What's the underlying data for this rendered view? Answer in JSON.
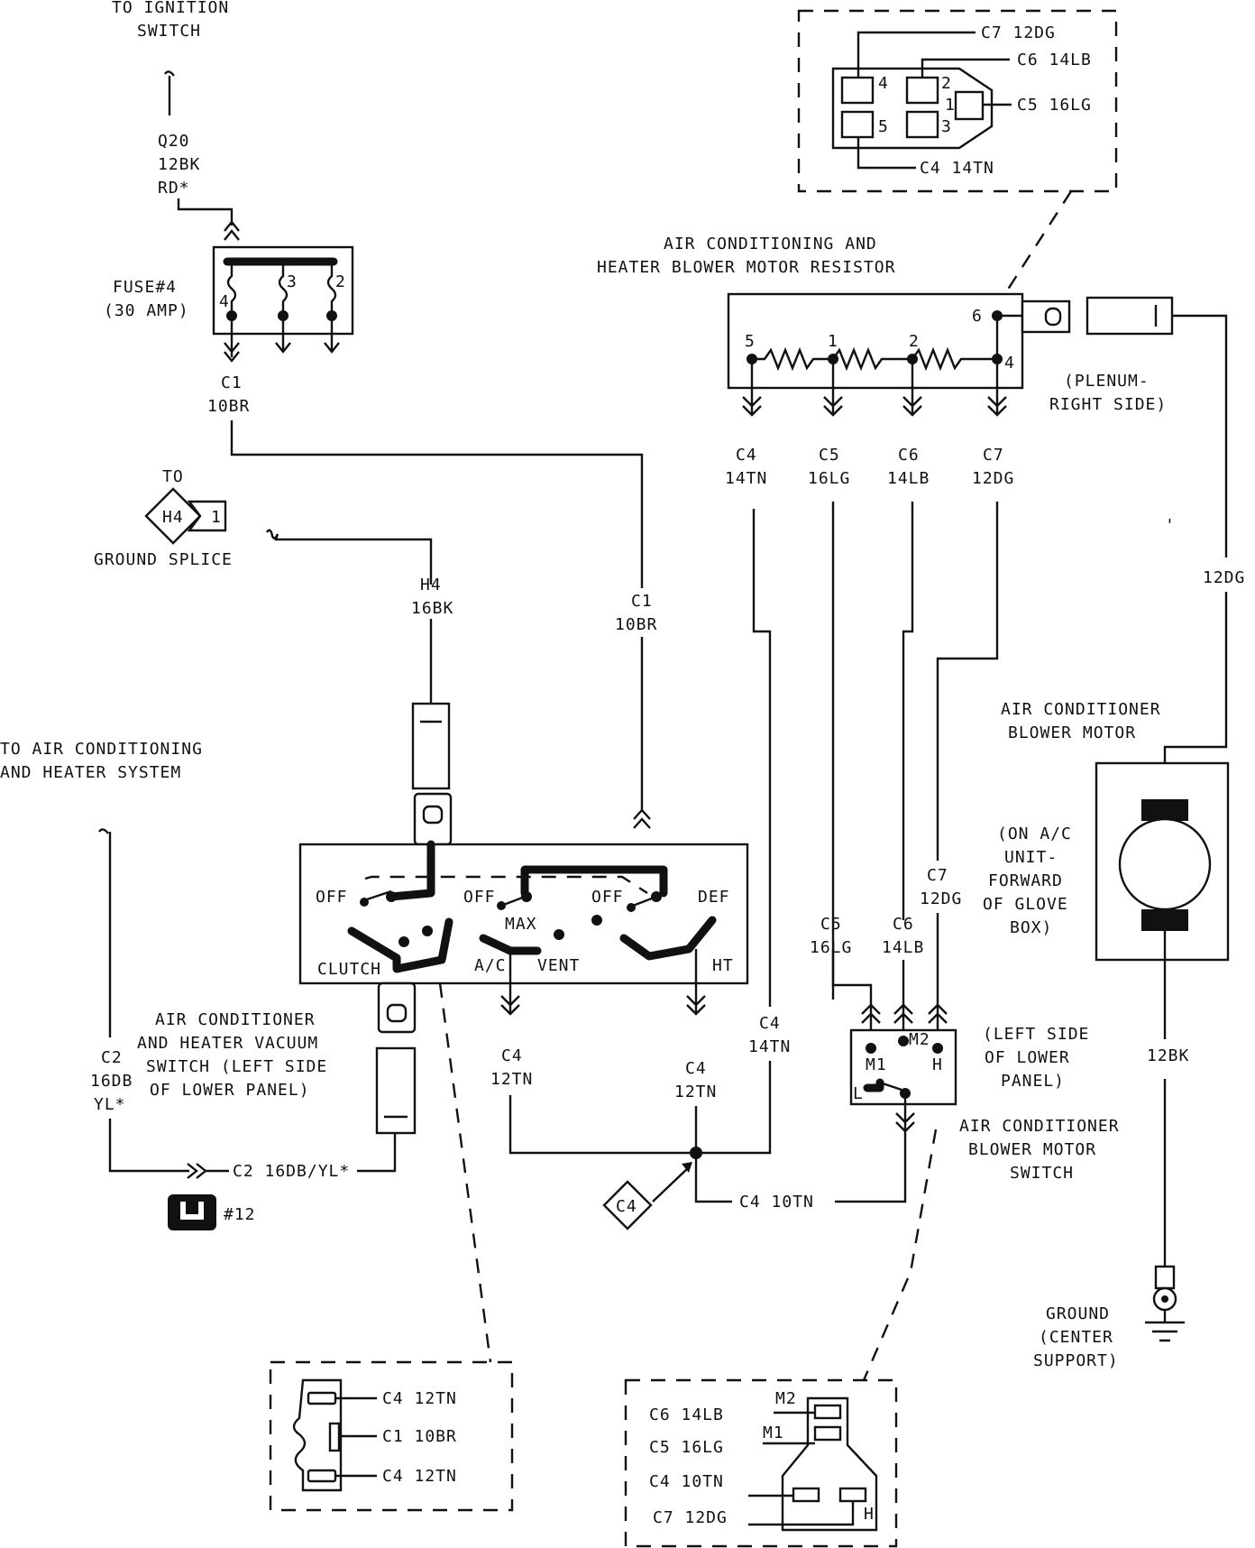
{
  "ignition": {
    "line1": "TO IGNITION",
    "line2": "SWITCH"
  },
  "q20": {
    "line1": "Q20",
    "line2": "12BK",
    "line3": "RD*"
  },
  "fuse": {
    "line1": "FUSE#4",
    "line2": "(30 AMP)",
    "pin4": "4",
    "pin3": "3",
    "pin2": "2"
  },
  "c1_top": {
    "line1": "C1",
    "line2": "10BR"
  },
  "ground_splice": {
    "to": "TO",
    "code": "H4",
    "pin": "1",
    "label": "GROUND SPLICE"
  },
  "h4": {
    "line1": "H4",
    "line2": "16BK"
  },
  "c1_mid": {
    "line1": "C1",
    "line2": "10BR"
  },
  "ac_system": {
    "line1": "TO AIR CONDITIONING",
    "line2": "AND HEATER SYSTEM"
  },
  "c2_left": {
    "line1": "C2",
    "line2": "16DB",
    "line3": "YL*"
  },
  "c2_bottom": {
    "label": "C2 16DB/YL*",
    "badge": "#12"
  },
  "vacuum_switch": {
    "line1": "AIR CONDITIONER",
    "line2": "AND HEATER VACUUM",
    "line3": "SWITCH (LEFT SIDE",
    "line4": "OF LOWER PANEL)",
    "off1": "OFF",
    "off2": "OFF",
    "off3": "OFF",
    "def": "DEF",
    "max": "MAX",
    "clutch": "CLUTCH",
    "ac": "A/C",
    "vent": "VENT",
    "ht": "HT"
  },
  "c4_ac": {
    "line1": "C4",
    "line2": "12TN"
  },
  "c4_ht": {
    "line1": "C4",
    "line2": "12TN"
  },
  "c4_right": {
    "line1": "C4",
    "line2": "14TN"
  },
  "c4_splice": {
    "code": "C4",
    "label": "C4 10TN"
  },
  "resistor": {
    "line1": "AIR CONDITIONING AND",
    "line2": "HEATER BLOWER MOTOR RESISTOR",
    "p5": "5",
    "p1": "1",
    "p2": "2",
    "p4": "4",
    "p6": "6"
  },
  "resistor_wires": [
    {
      "line1": "C4",
      "line2": "14TN"
    },
    {
      "line1": "C5",
      "line2": "16LG"
    },
    {
      "line1": "C6",
      "line2": "14LB"
    },
    {
      "line1": "C7",
      "line2": "12DG"
    }
  ],
  "plenum": {
    "line1": "(PLENUM-",
    "line2": "RIGHT SIDE)"
  },
  "resistor_connector": {
    "c7": "C7 12DG",
    "c6": "C6 14LB",
    "c5": "C5 16LG",
    "c4": "C4 14TN",
    "p4": "4",
    "p2": "2",
    "p1": "1",
    "p5": "5",
    "p3": "3"
  },
  "dg12": {
    "label": "12DG"
  },
  "blower_motor": {
    "line1": "AIR CONDITIONER",
    "line2": "BLOWER MOTOR"
  },
  "motor_location": {
    "line1": "(ON A/C",
    "line2": "UNIT-",
    "line3": "FORWARD",
    "line4": "OF GLOVE",
    "line5": "BOX)"
  },
  "bk12": {
    "label": "12BK"
  },
  "ground_center": {
    "line1": "GROUND",
    "line2": "(CENTER",
    "line3": "SUPPORT)"
  },
  "c5_lower": {
    "line1": "C5",
    "line2": "16LG"
  },
  "c6_lower": {
    "line1": "C6",
    "line2": "14LB"
  },
  "c7_lower": {
    "line1": "C7",
    "line2": "12DG"
  },
  "blower_switch": {
    "m1": "M1",
    "m2": "M2",
    "h": "H",
    "l": "L",
    "loc1": "(LEFT SIDE",
    "loc2": "OF LOWER",
    "loc3": "PANEL)",
    "name1": "AIR CONDITIONER",
    "name2": "BLOWER MOTOR",
    "name3": "SWITCH"
  },
  "vacuum_connector": {
    "c4a": "C4 12TN",
    "c1": "C1 10BR",
    "c4b": "C4 12TN"
  },
  "switch_connector": {
    "c6": "C6 14LB",
    "c5": "C5 16LG",
    "c4": "C4 10TN",
    "c7": "C7 12DG",
    "m2": "M2",
    "m1": "M1",
    "h": "H"
  }
}
